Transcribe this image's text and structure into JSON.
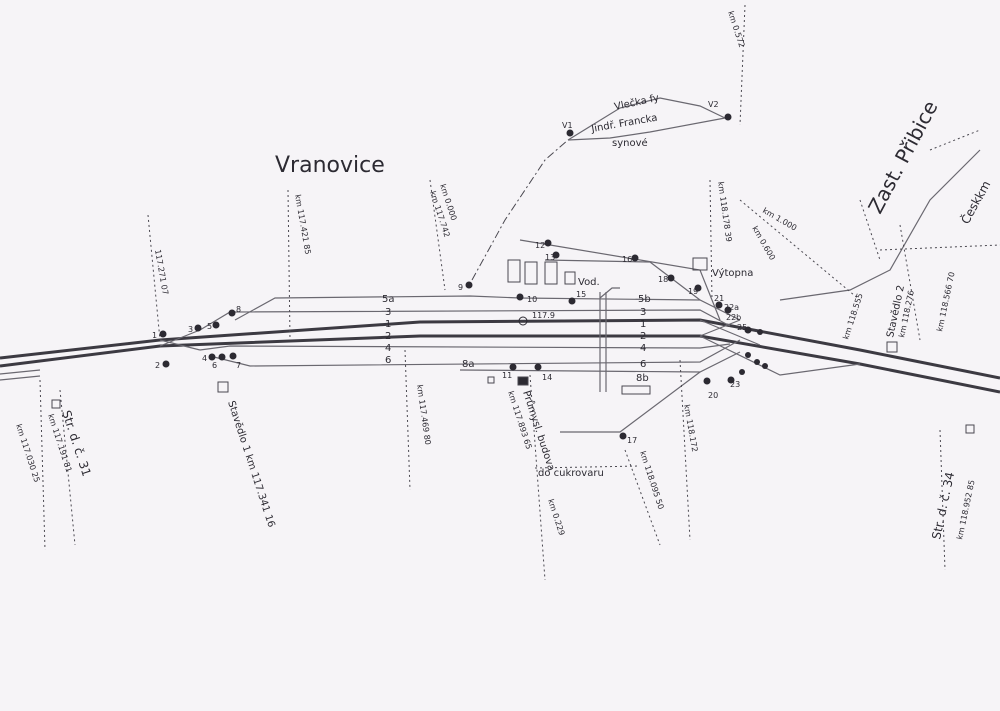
{
  "station": "Vranovice",
  "stop": "Zast. Přibice",
  "stop_partial": "Česk",
  "stop_partial_km": "km",
  "siding_owner": [
    "Vlečka fy",
    "Jindř. Francka",
    "synové"
  ],
  "sugar_factory": "do cukrovaru",
  "water_station": "Vod.",
  "heating_plant": "Výtopna",
  "industrial_building": "Průmysl. budova",
  "industrial_building_km": "km 117.893 65",
  "signal_box_1": "Stavědlo 1  km  117.341 16",
  "signal_box_2": "Stavědlo 2",
  "signal_box_2_km": "km 118.276",
  "guard_31": "Str. d. č. 31",
  "guard_31_km": "km  117.191 81",
  "guard_34": "Str. d. č. 34",
  "guard_34_km": "km  118.952 85",
  "km_117_030": "km  117.030 25",
  "km_117_271": "117.271 07",
  "km_117_421": "km  117.421 85",
  "km_0000": "km 0.000",
  "km_117_742": "km  117.742",
  "km_117_469": "km  117.469 80",
  "km_117_9": "117.9",
  "km_0572": "km 0.572",
  "km_118_178": "km 118.178 39",
  "km_1000": "km 1.000",
  "km_0600": "km 0.600",
  "km_118_172": "km  118.172",
  "km_118_095": "km  118.095 50",
  "km_0229": "km 0.229",
  "km_118_555": "km 118.555",
  "km_118_566": "km 118.566 70",
  "tracks_left": [
    "5a",
    "3",
    "1",
    "2",
    "4",
    "6"
  ],
  "tracks_right": [
    "5b",
    "3",
    "1",
    "2",
    "4",
    "6",
    "8b"
  ],
  "track_8a": "8a",
  "switches_left": [
    "1",
    "2",
    "3",
    "4",
    "5",
    "6",
    "7",
    "8"
  ],
  "switches_mid": [
    "9",
    "10",
    "11",
    "12",
    "13",
    "14",
    "15",
    "16",
    "17"
  ],
  "switches_right": [
    "18",
    "19",
    "20",
    "21",
    "22a",
    "22b",
    "23",
    "25"
  ],
  "siding_points": [
    "V1",
    "V2"
  ],
  "colors": {
    "paper": "#f6f4f7",
    "ink": "#2c2a32",
    "track": "#3c3a42"
  }
}
